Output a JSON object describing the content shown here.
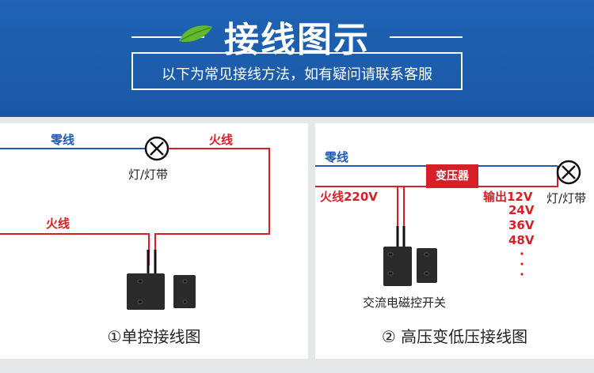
{
  "banner": {
    "title": "接线图示",
    "subtitle": "以下为常见接线方法，如有疑问请联系客服"
  },
  "left_panel": {
    "neutral_label": "零线",
    "live_top_label": "火线",
    "live_bottom_label": "火线",
    "lamp_label": "灯/灯带",
    "caption": "①单控接线图"
  },
  "right_panel": {
    "neutral_label": "零线",
    "live_label": "火线220V",
    "transformer_label": "变压器",
    "output_label": "输出12V",
    "voltages": [
      "24V",
      "36V",
      "48V"
    ],
    "lamp_label": "灯/灯带",
    "switch_label": "交流电磁控开关",
    "caption": "② 高压变低压接线图"
  },
  "colors": {
    "banner": "#1f63b4",
    "neutral_wire": "#1f5ab8",
    "live_wire": "#d61f26",
    "switch_body": "#2b2b2b"
  }
}
